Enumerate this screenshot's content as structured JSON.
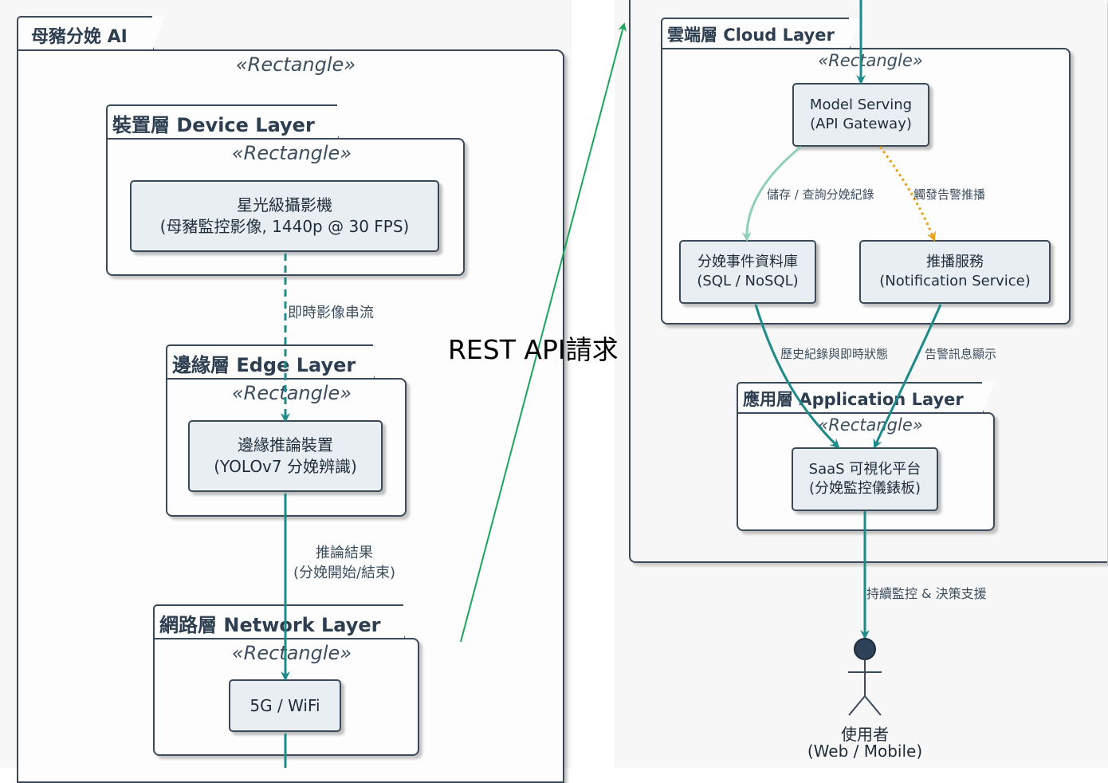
{
  "left": {
    "outer": {
      "title": "母豬分娩 AI",
      "stereotype": "«Rectangle»"
    },
    "device_layer": {
      "title": "裝置層 Device Layer",
      "stereotype": "«Rectangle»",
      "node": {
        "line1": "星光級攝影機",
        "line2": "(母豬監控影像, 1440p @ 30 FPS)"
      }
    },
    "edge_layer": {
      "title": "邊緣層 Edge Layer",
      "stereotype": "«Rectangle»",
      "node": {
        "line1": "邊緣推論裝置",
        "line2": "(YOLOv7 分娩辨識)"
      }
    },
    "network_layer": {
      "title": "網路層 Network Layer",
      "stereotype": "«Rectangle»",
      "node": {
        "line1": "5G / WiFi"
      }
    },
    "edges": {
      "stream": "即時影像串流",
      "result_line1": "推論結果",
      "result_line2": "(分娩開始/結束)"
    }
  },
  "right": {
    "cloud_layer": {
      "title": "雲端層 Cloud Layer",
      "stereotype": "«Rectangle»",
      "gateway": {
        "line1": "Model Serving",
        "line2": "(API Gateway)"
      },
      "database": {
        "line1": "分娩事件資料庫",
        "line2": "(SQL / NoSQL)"
      },
      "notify": {
        "line1": "推播服務",
        "line2": "(Notification Service)"
      }
    },
    "application_layer": {
      "title": "應用層 Application Layer",
      "stereotype": "«Rectangle»",
      "saas": {
        "line1": "SaaS 可視化平台",
        "line2": "(分娩監控儀錶板)"
      }
    },
    "actor": {
      "line1": "使用者",
      "line2": "(Web / Mobile)"
    },
    "edges": {
      "store_query": "儲存 / 查詢分娩紀錄",
      "trigger_alert": "觸發告警推播",
      "history": "歷史紀錄與即時狀態",
      "alert_msg": "告警訊息顯示",
      "monitor": "持續監控 & 決策支援"
    }
  },
  "overlay_label": "REST API請求",
  "colors": {
    "teal": "#1f8a8a",
    "light_teal": "#8fcfb8",
    "orange": "#e6a317",
    "green": "#1aa65a",
    "node_fill": "#e9eef3"
  }
}
